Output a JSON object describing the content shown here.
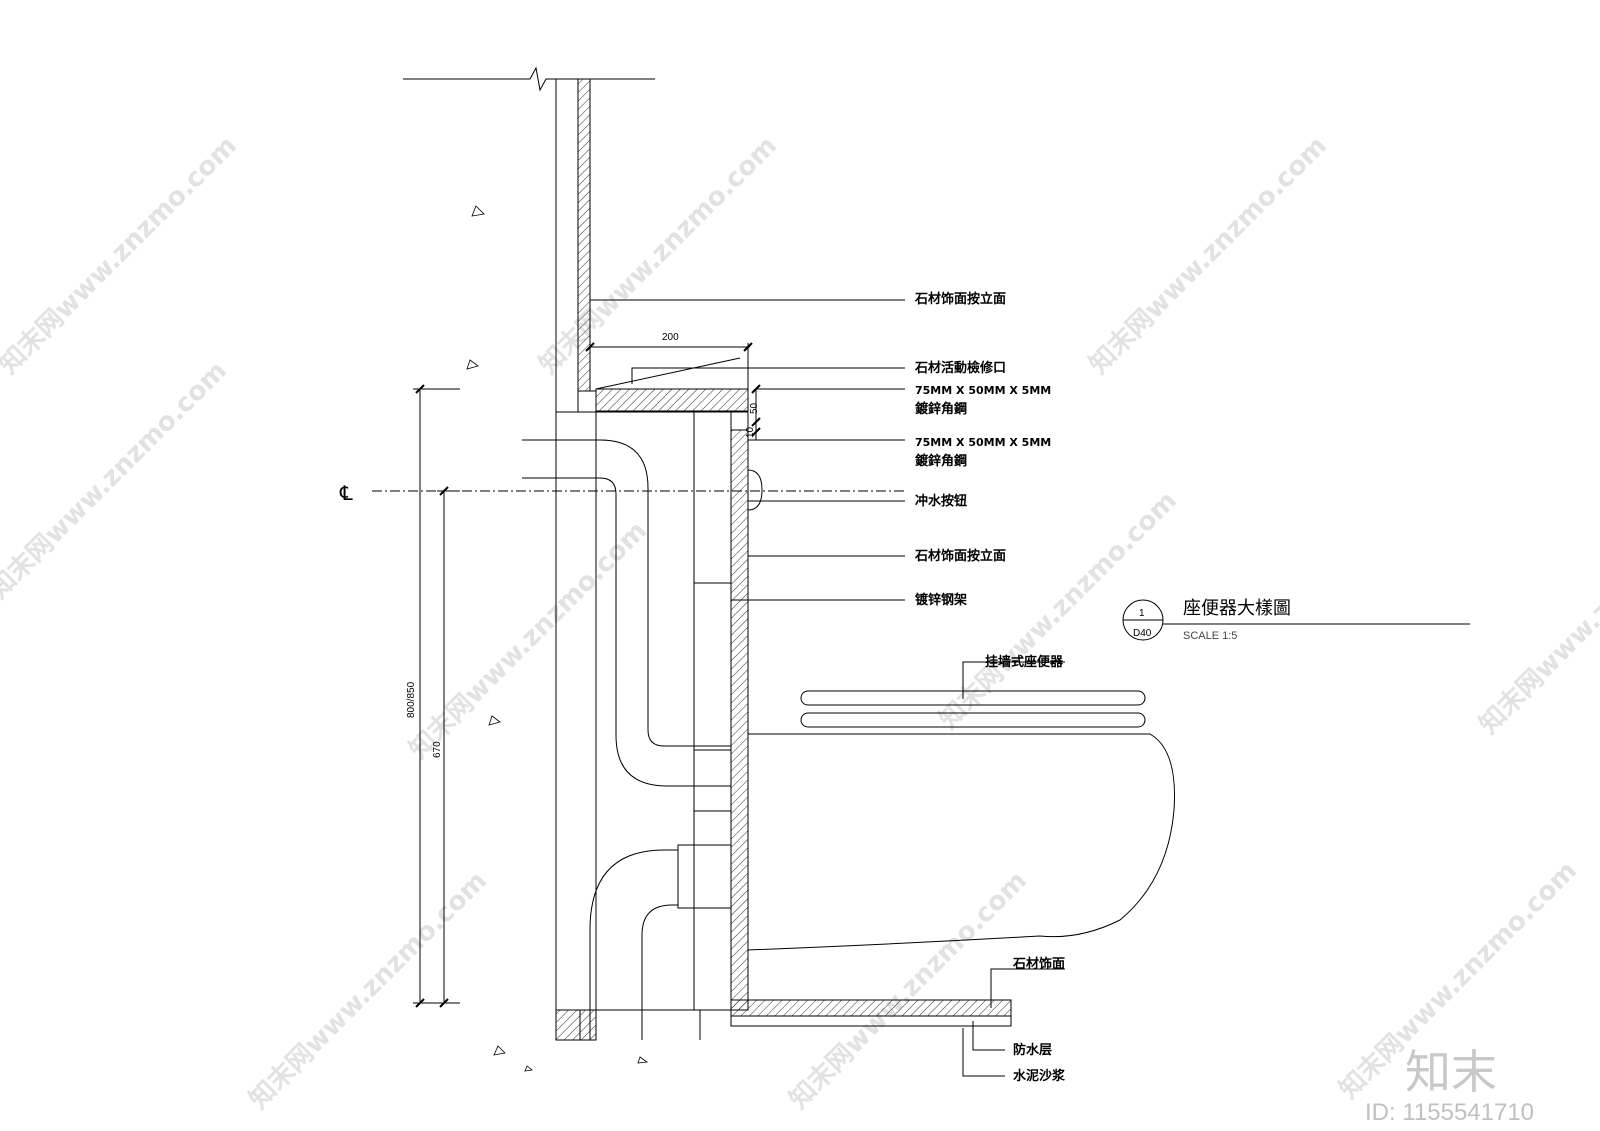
{
  "labels": {
    "stone_finish_elevation_1": "石材饰面按立面",
    "stone_access_panel": "石材活動檢修口",
    "angle_steel_1_spec": "75MM X 50MM X 5MM",
    "angle_steel_1_name": "鍍鋅角鋼",
    "angle_steel_2_spec": "75MM X 50MM X 5MM",
    "angle_steel_2_name": "鍍鋅角鋼",
    "flush_button": "冲水按钮",
    "stone_finish_elevation_2": "石材饰面按立面",
    "galvanized_steel_frame": "镀锌钢架",
    "wall_hung_toilet": "挂墙式座便器",
    "stone_finish": "石材饰面",
    "waterproof_layer": "防水层",
    "cement_mortar": "水泥沙浆"
  },
  "dimensions": {
    "width_200": "200",
    "dim_50": "50",
    "dim_10": "10",
    "height_800_850": "800/850",
    "height_670": "670"
  },
  "centerline_symbol": "℄",
  "title_block": {
    "number": "1",
    "sheet": "D40",
    "title": "座便器大樣圖",
    "scale": "SCALE 1:5"
  },
  "watermark": {
    "text": "知末网www.znzmo.com",
    "logo": "知末",
    "id": "ID: 1155541710"
  },
  "colors": {
    "line": "#000000",
    "background": "#ffffff",
    "watermark": "#e2e2e2"
  }
}
